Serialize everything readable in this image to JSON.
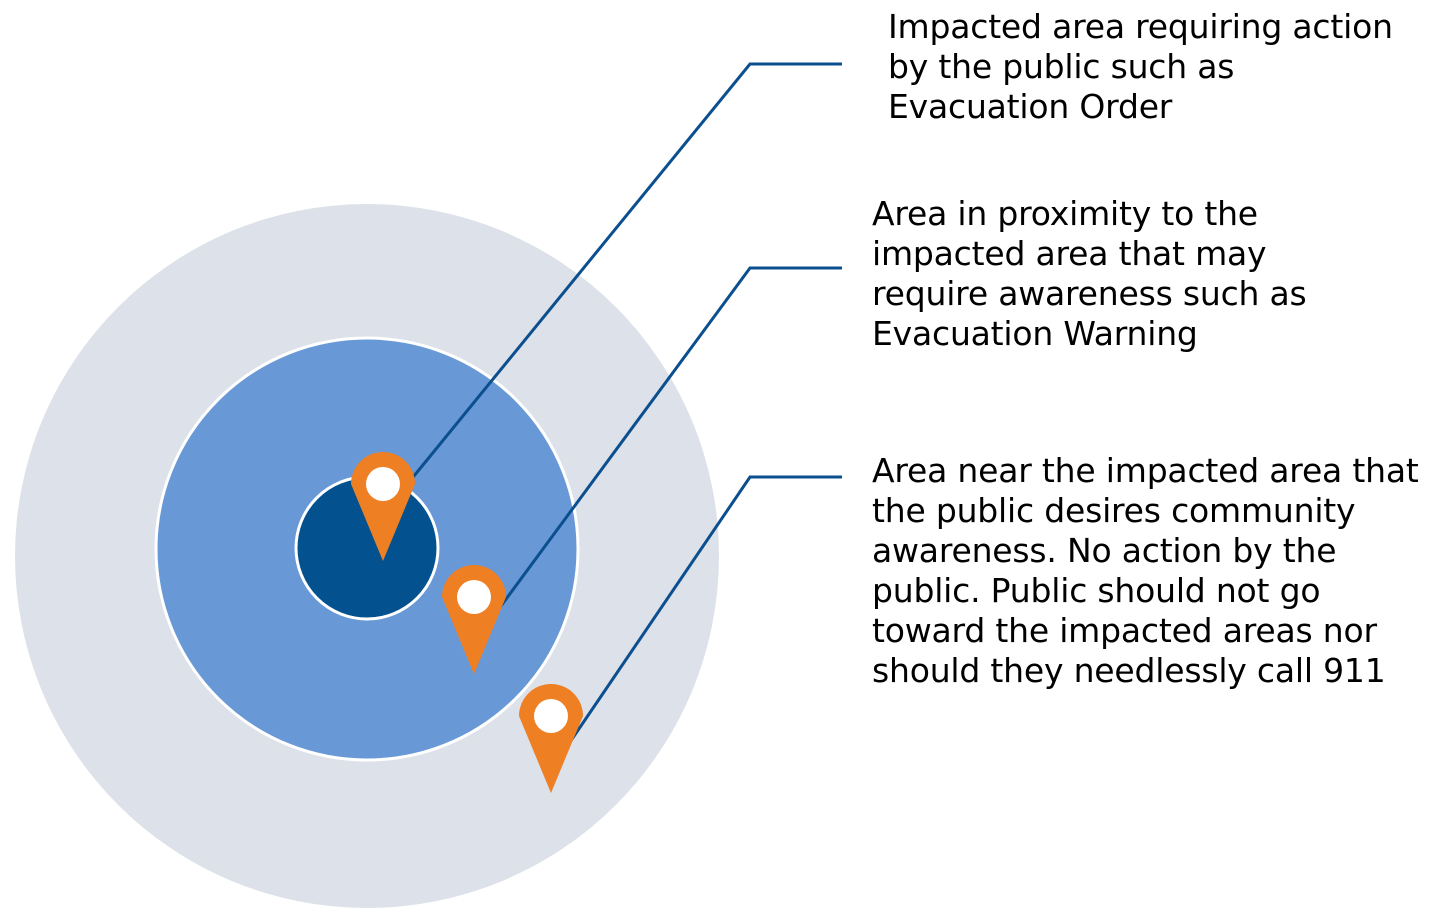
{
  "colors": {
    "outer_zone": "#dde1e9",
    "middle_zone": "#6899d6",
    "inner_zone": "#03518f",
    "zone_border": "#ffffff",
    "leader_line": "#0b4f8f",
    "pin": "#ee7f23",
    "pin_hole": "#ffffff"
  },
  "icons": {
    "pin": "map-pin-icon"
  },
  "labels": [
    {
      "id": "order",
      "lines": [
        "Impacted area requiring action",
        "by the public such as",
        "Evacuation Order"
      ]
    },
    {
      "id": "warning",
      "lines": [
        "Area in proximity to the",
        "impacted area that may",
        "require awareness such as",
        "Evacuation Warning"
      ]
    },
    {
      "id": "awareness",
      "lines": [
        "Area near the impacted area that",
        "the public desires community",
        "awareness. No action by the",
        "public. Public should not go",
        "toward the impacted areas nor",
        "should they needlessly call 911"
      ]
    }
  ]
}
